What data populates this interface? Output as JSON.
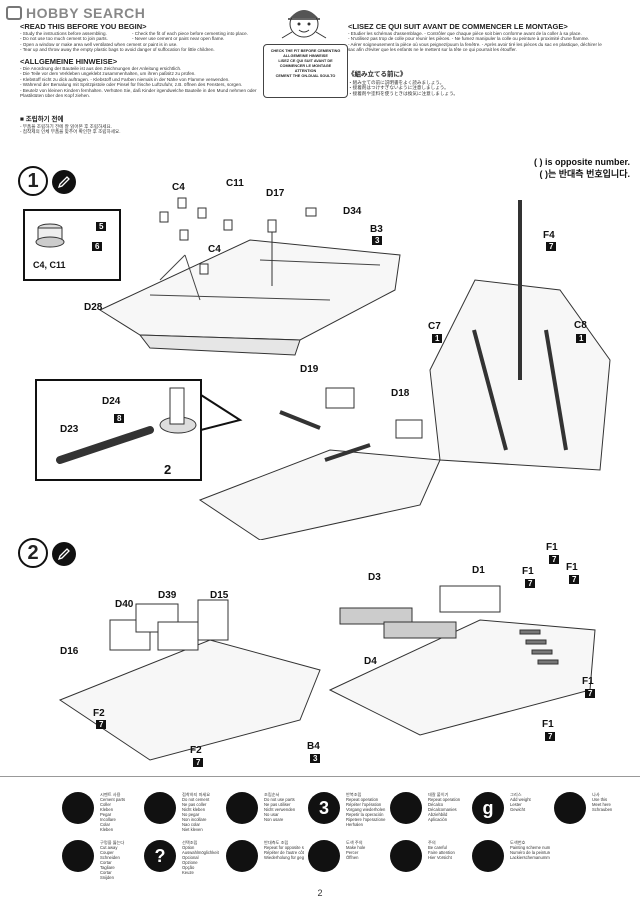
{
  "logo": {
    "text": "HOBBY SEARCH"
  },
  "header": {
    "en_title": "<READ THIS BEFORE YOU BEGIN>",
    "en_lines_left": [
      "- Study the instructions before assembling.",
      "- Do not use too much cement to join parts.",
      "- Open a window or make area well ventilated when cement or paint is in use.",
      "- Tear up and throw away the empty plastic bags to avoid danger of suffocation for little children."
    ],
    "en_lines_right": [
      "- Check the fit of each piece before cementing into place.",
      "- Never use cement or paint near open flame."
    ],
    "de_title": "<ALLGEMEINE HINWEISE>",
    "de_lines": [
      "- Die Anordnung der Bauteile ist aus den Zeichnungen der Anleitung ersichtlich.",
      "- Die Teile vor dem Verkleben ungeklebt zusammenhalten, um ihren paßsitz zu prüfen.",
      "- Klebstoff nicht zu dick auftragen.      - Klebstoff und Farben niemals in der Nähe von Flamme verwenden.",
      "- Während der Bemalung mit Spritzpistole oder Pinsel für frische Luftzufuhr, z.B. öffnen des Fensters, sorgen.",
      "- Beutelz von kleinen Kindern fernhalten. Verhüten Sie, daß Kinder irgendwelche Bauteile in den Mund nehmen oder",
      "  Plastiktüten über den Kopf ziehen."
    ],
    "fr_title": "<LISEZ CE QUI SUIT AVANT DE COMMENCER LE MONTAGE>",
    "fr_lines": [
      "- Etudier les schémas d'assemblage.       - Contrôler que chaque pièce soit bien conforme avant de la coller à sa place.",
      "- N'utilisez pas trop de colle pour réunir les pièces.       - Ne fumez manipuler la colle ou peinture à proximité d'une flamme.",
      "- Aérer soigneusement la pièce où vous peignez/puum la fenêtre.       - Après avoir tiré les pièces du sac en plastique, déchirer le",
      "  sac afin d'éviter que les enfants ne le mettent sur la tête ce qui pourrait les étouffer."
    ],
    "jp_title": "《組み立てる前に》",
    "jp_lines": [
      "・組み立ての前に説明書をよく読みましょう。",
      "・接着剤はつけすぎないように注意しましょう。",
      "・接着剤や塗料を使うときは換気に注意しましょう。"
    ],
    "kr_title": "■ 조립하기 전에",
    "kr_lines": [
      "- 부품을 조립하기 전에 잘 읽어본 후 조립하세요.",
      "- 접착제의 인체 부품을 맞추어 확인한 후 조립하세요."
    ],
    "caution_box": [
      "CHECK THE FIT BEFORE CEMENTING",
      "ALLGEMEINE HINWEISE",
      "LISEZ CE QUI SUIT AVANT DE",
      "COMMENCER LE MONTAGE",
      "ATTENTION",
      "CEMENT THE ON-DUAL SOULTO"
    ],
    "ref_note_1": "( ) is opposite number.",
    "ref_note_2": "( )는 반대측 번호입니다."
  },
  "step1": {
    "number": "1",
    "labels": {
      "c4_top": "C4",
      "c11": "C11",
      "c4_mid": "C4",
      "d17": "D17",
      "d34": "D34",
      "b3": "B3",
      "b3_num": "3",
      "d28": "D28",
      "f4": "F4",
      "f4_num": "7",
      "c7": "C7",
      "c7_num": "1",
      "c8": "C8",
      "c8_num": "1",
      "inset_part": "C4, C11",
      "inset_num_5": "5",
      "inset_num_6": "6",
      "d19": "D19",
      "d18": "D18",
      "d24": "D24",
      "d23": "D23",
      "d24_num": "8",
      "qty": "2"
    }
  },
  "step2": {
    "number": "2",
    "labels": {
      "d40": "D40",
      "d39": "D39",
      "d15": "D15",
      "d16": "D16",
      "f2_a": "F2",
      "f2_a_num": "7",
      "f2_b": "F2",
      "f2_b_num": "7",
      "b4": "B4",
      "b4_num": "3",
      "d3": "D3",
      "d1": "D1",
      "d4": "D4",
      "f1_a": "F1",
      "f1_a_num": "7",
      "f1_b": "F1",
      "f1_b_num": "7",
      "f1_c": "F1",
      "f1_c_num": "7",
      "f1_d": "F1",
      "f1_d_num": "7",
      "f1_e": "F1",
      "f1_e_num": "7"
    }
  },
  "legend": [
    {
      "icon": "cement-icon",
      "glyph": "",
      "lines": [
        "시멘트 사용",
        "Cement parts",
        "Coller",
        "Kleben",
        "Pegar",
        "Incollare",
        "Colar",
        "Kleben"
      ]
    },
    {
      "icon": "no-cement-icon",
      "glyph": "",
      "lines": [
        "접착하지 마세요",
        "Do not cement",
        "Ne pas coller",
        "Nicht kleben",
        "No pegar",
        "Non incollare",
        "Nao colar",
        "Niet kleven"
      ]
    },
    {
      "icon": "remove-parts-icon",
      "glyph": "",
      "lines": [
        "조립순서",
        "Do not use parts",
        "Ne pas utiliser",
        "Nicht verwenden",
        "No usar",
        "Non usare"
      ]
    },
    {
      "icon": "repeat-icon",
      "glyph": "3",
      "lines": [
        "반복조립",
        "Repeat operation",
        "Répéter l'opération",
        "Vorgang wiederholen",
        "Repetir la operación",
        "Ripetere l'operazione",
        "Herhalen"
      ]
    },
    {
      "icon": "decal-icon",
      "glyph": "",
      "lines": [
        "데칼 붙이기",
        "Repeat operation",
        "Décalco",
        "Décalcomanies",
        "Abziehbild",
        "Aplicación"
      ]
    },
    {
      "icon": "glue-icon",
      "glyph": "g",
      "lines": [
        "그리스",
        "Add weight",
        "Lester",
        "Gewicht"
      ]
    },
    {
      "icon": "screw-icon",
      "glyph": "",
      "lines": [
        "나사",
        "Use this",
        "Meet here",
        "Schrauben"
      ]
    },
    {
      "icon": "drill-icon",
      "glyph": "",
      "lines": [
        "구멍을 뚫는다",
        "Cut away",
        "Couper",
        "Schneiden",
        "Cortar",
        "Tagliare",
        "Cortar",
        "Snijden"
      ]
    },
    {
      "icon": "question-icon",
      "glyph": "?",
      "lines": [
        "선택조립",
        "Option",
        "Auswahlmöglichkeit",
        "Opcional",
        "Opzione",
        "Opção",
        "Keuze"
      ]
    },
    {
      "icon": "opposite-side-icon",
      "glyph": "",
      "lines": [
        "반대측도 조립",
        "Repeat for opposite side",
        "Répéter de l'autre côté",
        "Wiederholung für gegenüberliegende Seite"
      ]
    },
    {
      "icon": "paint-icon",
      "glyph": "",
      "lines": [
        "도색 주의",
        "Make hole",
        "Percer",
        "Öffnen"
      ]
    },
    {
      "icon": "caution-icon",
      "glyph": "",
      "lines": [
        "주의",
        "Be careful",
        "Faire attention",
        "Hier Vorsicht"
      ]
    },
    {
      "icon": "painting-icon",
      "glyph": "",
      "lines": [
        "도색번호",
        "Painting scheme number",
        "Numéro de la peinture",
        "Lackierschemanummer"
      ]
    }
  ],
  "page_number": "2"
}
